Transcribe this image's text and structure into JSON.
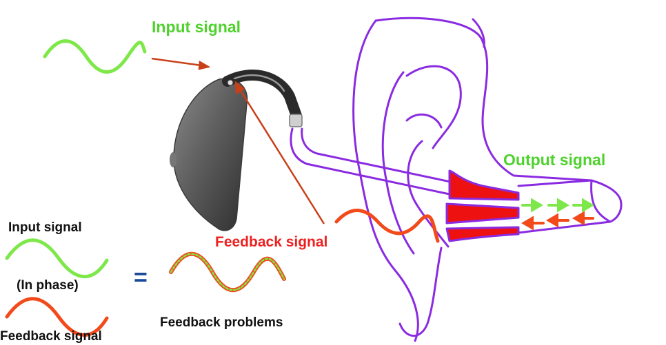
{
  "labels": {
    "input_signal_top": "Input signal",
    "output_signal": "Output signal",
    "feedback_signal": "Feedback signal",
    "input_signal_legend": "Input signal",
    "in_phase": "(In phase)",
    "feedback_signal_legend": "Feedback signal",
    "equals": "=",
    "feedback_problems": "Feedback problems"
  },
  "colors": {
    "input": "#7ee84a",
    "feedback": "#f24a1a",
    "ear_outline": "#8a2be2",
    "earmold": "#ee1111",
    "arrow": "#c84018",
    "device": "#5a5a5a"
  },
  "icons": {
    "hearing_aid": "hearing-aid-icon",
    "ear": "ear-outline-icon"
  }
}
